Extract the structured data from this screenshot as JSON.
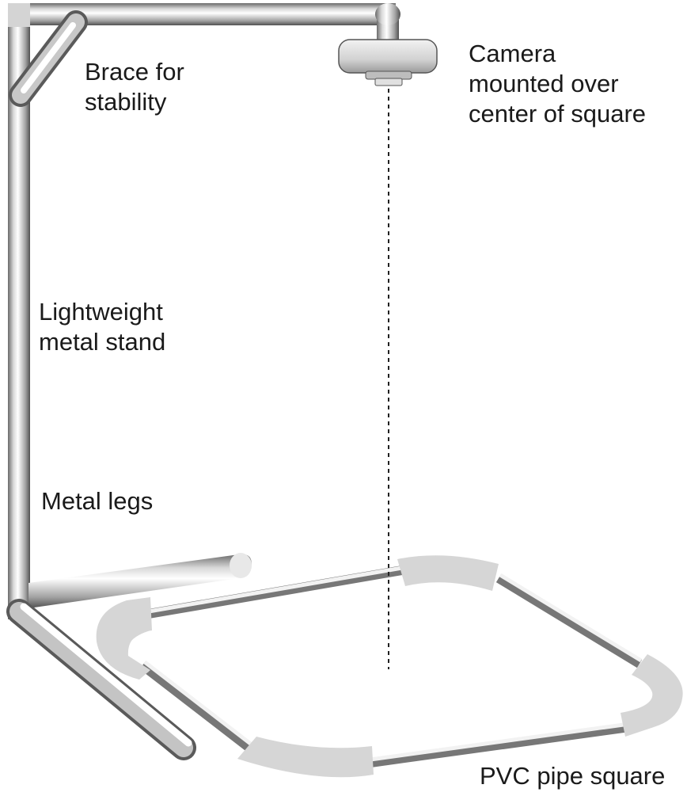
{
  "labels": {
    "brace": [
      "Brace for",
      "stability"
    ],
    "camera": [
      "Camera",
      "mounted over",
      "center of square"
    ],
    "stand": [
      "Lightweight",
      "metal stand"
    ],
    "legs": [
      "Metal legs"
    ],
    "pvc": [
      "PVC pipe square"
    ]
  },
  "colors": {
    "metal_light": "#fcfcfc",
    "metal_mid": "#c8c8c8",
    "metal_dark": "#5a5a5a",
    "outline": "#333333",
    "pvc_joint": "#d6d6d6",
    "pvc_rod_dark": "#777777",
    "pvc_rod_light": "#f2f2f2",
    "camera_body": "#d9d9d9",
    "line": "#222222"
  }
}
